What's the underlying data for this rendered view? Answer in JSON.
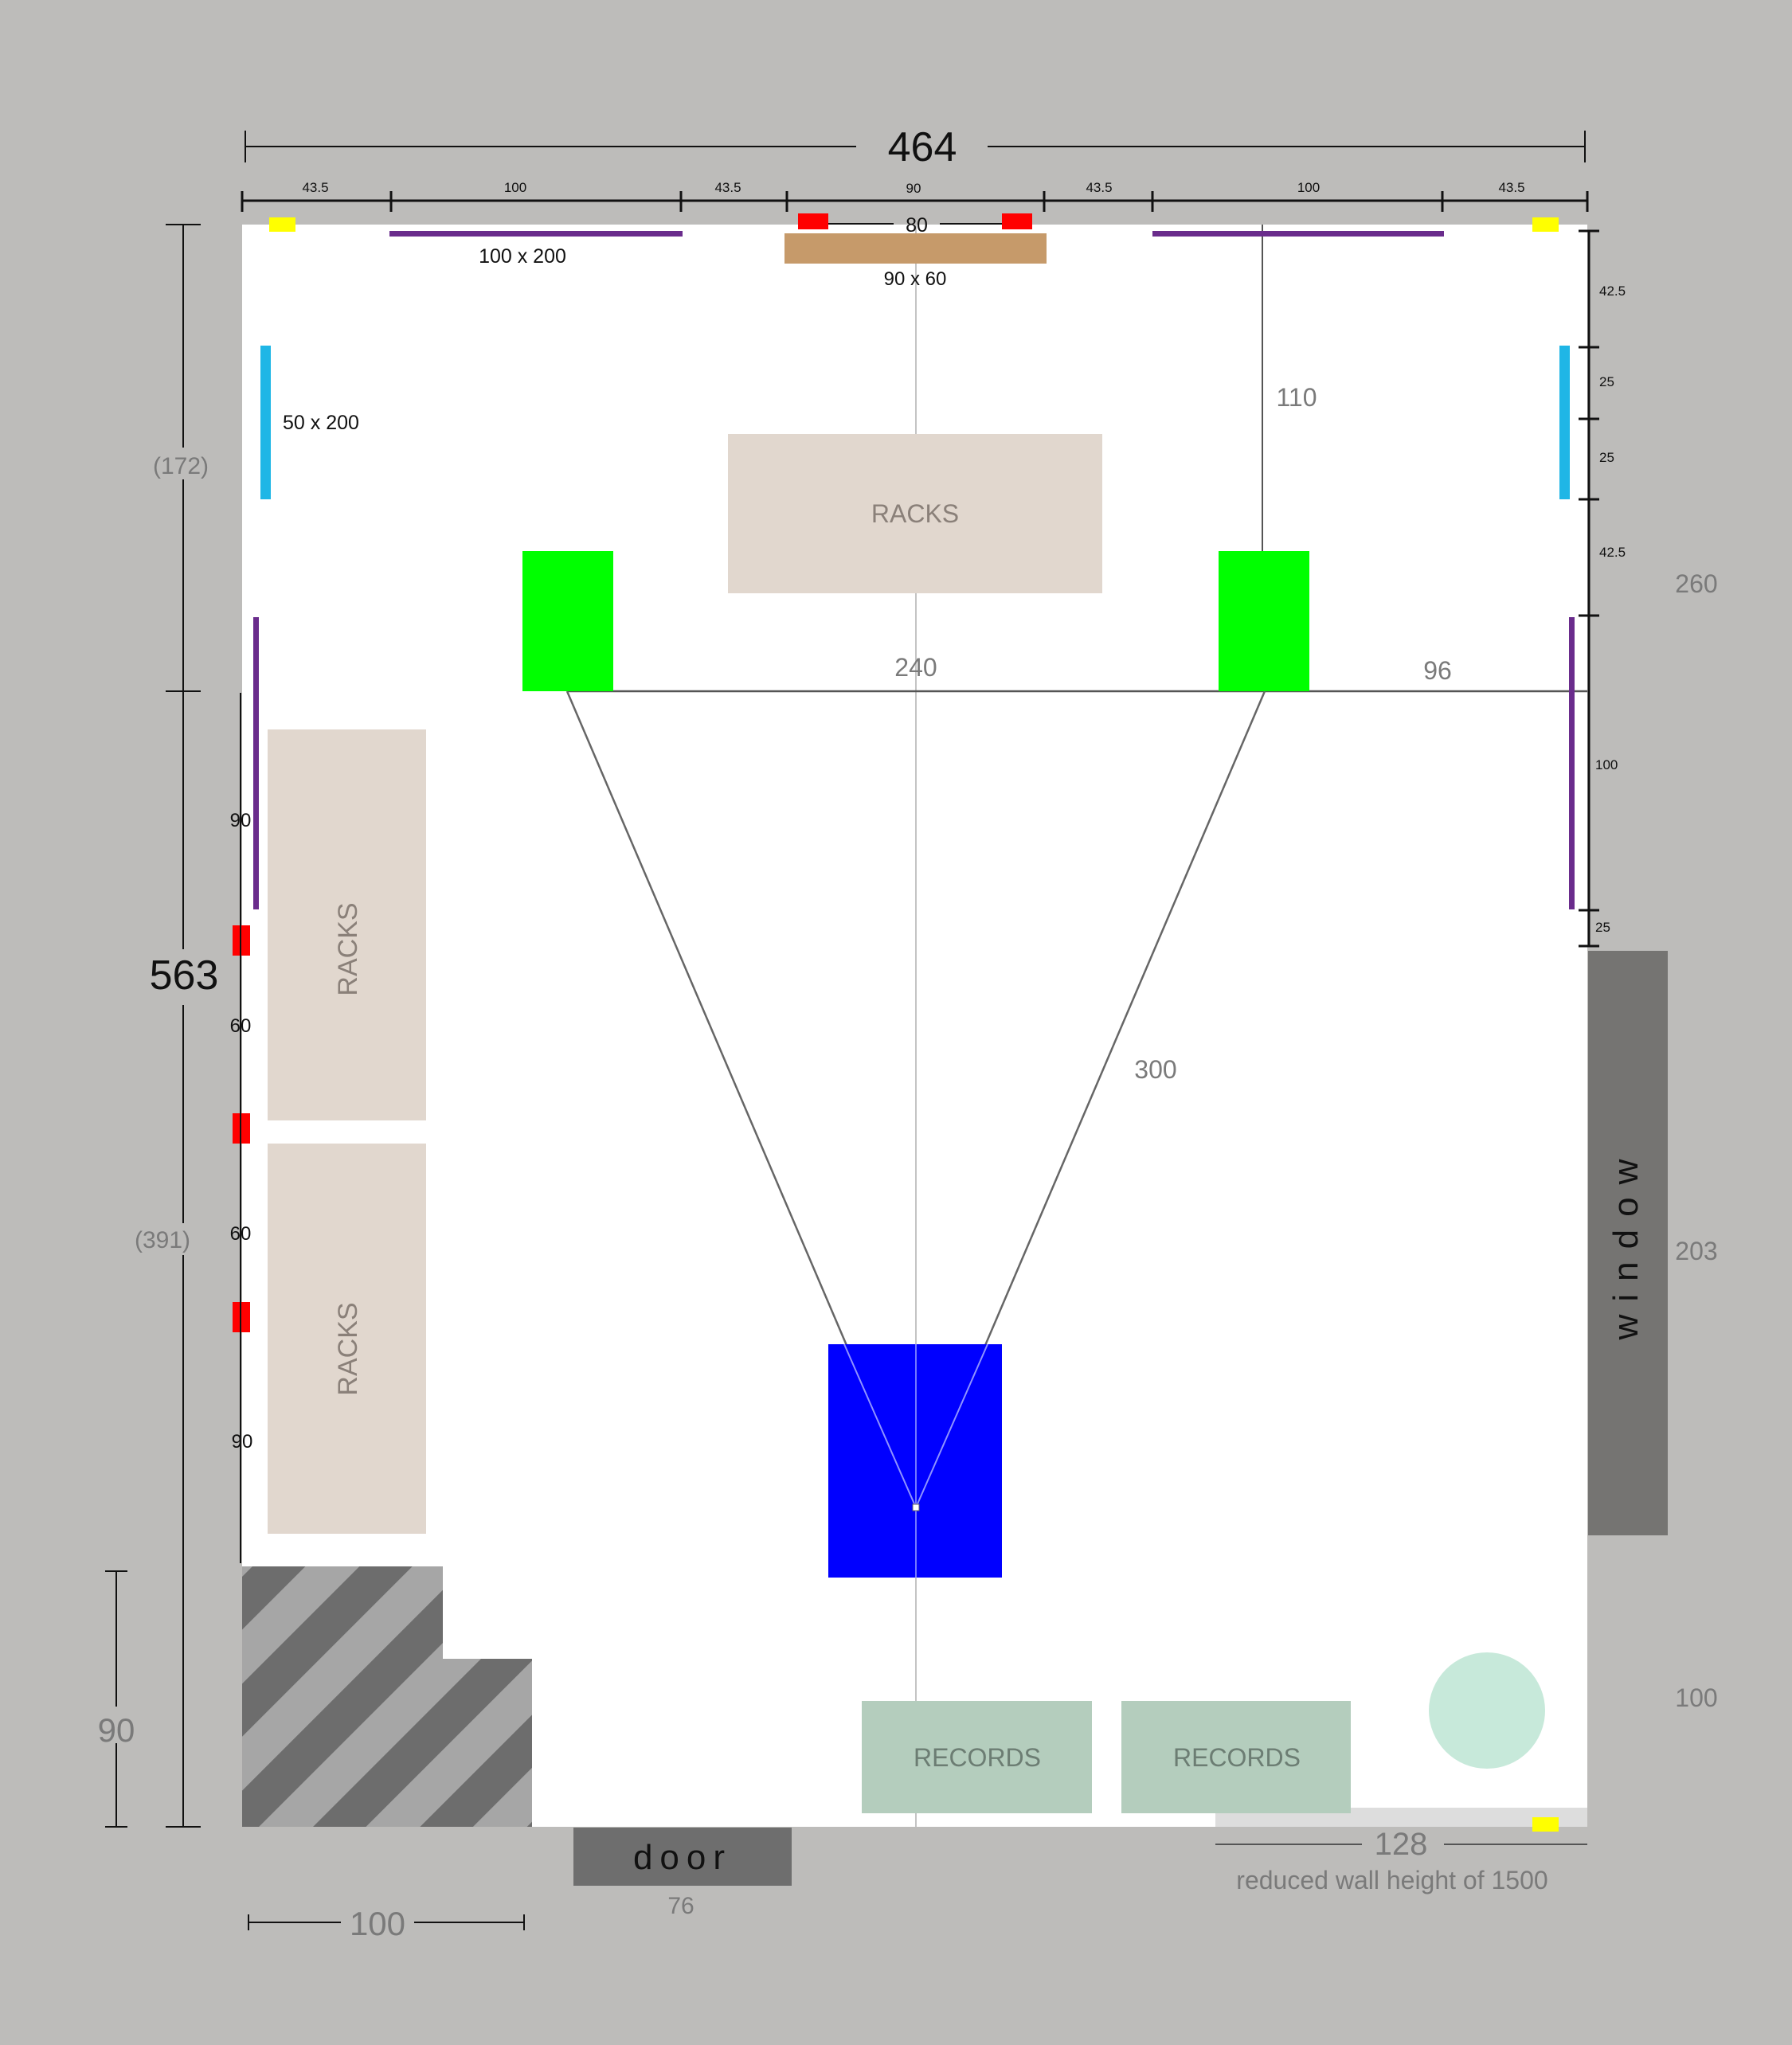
{
  "colors": {
    "background": "#bdbcba",
    "floor": "#ffffff",
    "rack": "#e1d7ce",
    "records": "#b4cdbd",
    "speaker": "#00ff00",
    "seat": "#0000ff",
    "window": "#757472",
    "door": "#6e6e6e",
    "stair_light": "#a6a6a6",
    "stair_dark": "#6d6d6d",
    "panel_purple": "#6a2c8c",
    "panel_cyan": "#1fb6e6",
    "desk": "#c69a6a",
    "outlet_red": "#ff0000",
    "light_yellow": "#ffff00",
    "plant": "#c7e9da",
    "low_wall": "#dddddd"
  },
  "dimensions": {
    "total_width": "464",
    "total_depth": "563",
    "left_upper": "(172)",
    "left_lower": "(391)",
    "stair_depth": "90",
    "stair_width": "100",
    "top_segments": [
      "43.5",
      "100",
      "43.5",
      "90",
      "43.5",
      "100",
      "43.5"
    ],
    "right_segments": [
      "42.5",
      "25",
      "25",
      "42.5",
      "100",
      "25"
    ],
    "right_wall_upper": "260",
    "right_wall_window": "203",
    "right_wall_lower": "100",
    "speaker_spacing": "240",
    "speaker_to_wall": "96",
    "speaker_to_front": "110",
    "speaker_to_seat": "300",
    "left_outlet_gaps": [
      "90",
      "60",
      "60",
      "90"
    ],
    "outlet_spacing": "80",
    "door_width": "76",
    "low_wall_width": "128"
  },
  "labels": {
    "panel_top": "100 x 200",
    "desk": "90 x 60",
    "panel_side": "50 x 200",
    "rack_front": "RACKS",
    "rack_left_1": "RACKS",
    "rack_left_2": "RACKS",
    "records_1": "RECORDS",
    "records_2": "RECORDS",
    "window": "window",
    "door": "door",
    "low_wall_note": "reduced wall height of 1500"
  }
}
